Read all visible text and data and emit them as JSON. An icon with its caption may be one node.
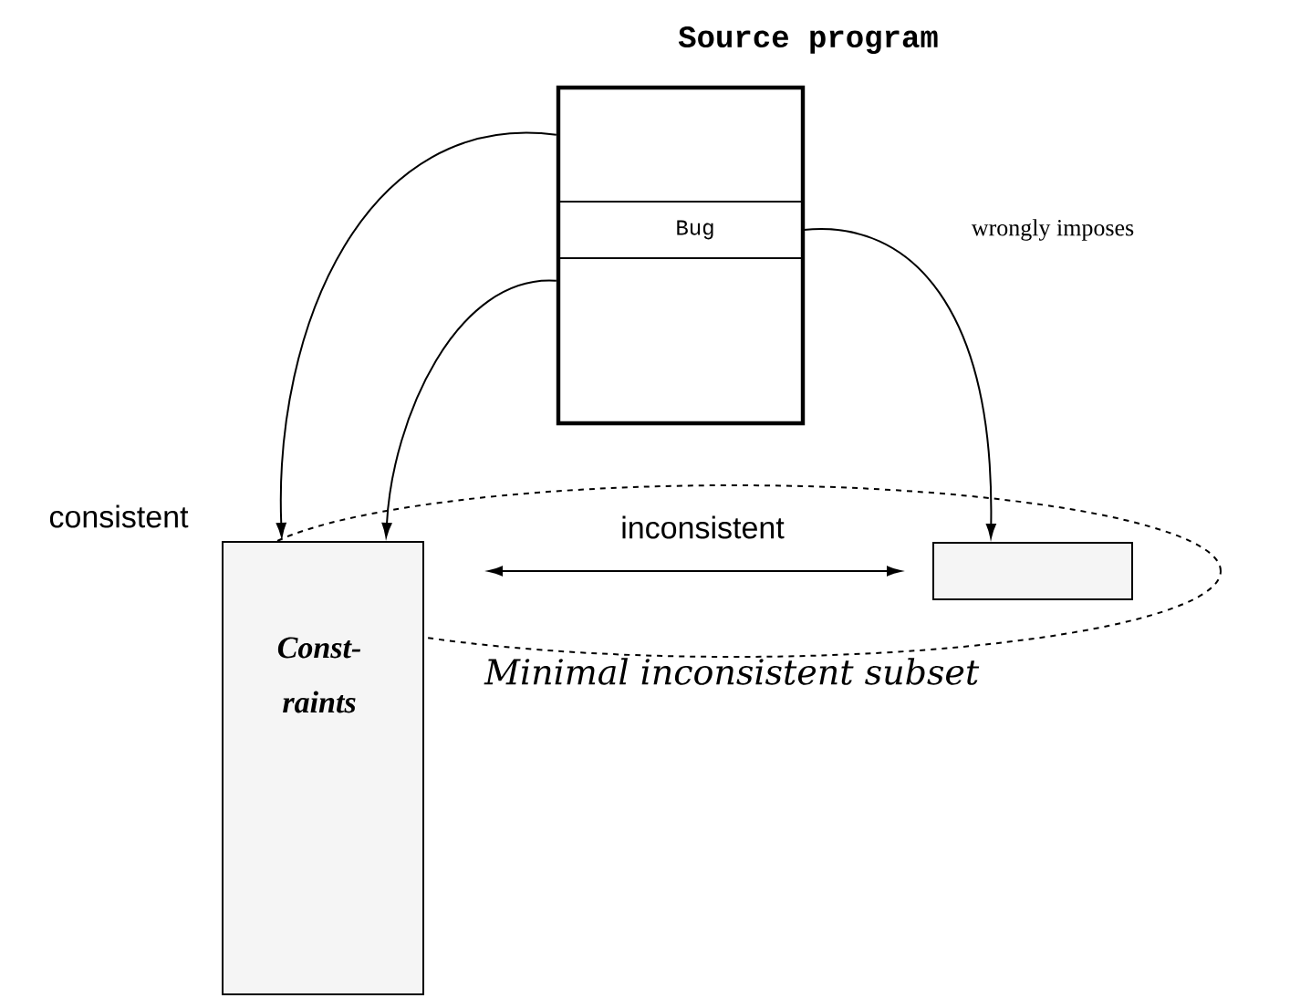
{
  "diagram": {
    "nodes": [
      {
        "text": [
          "Source program"
        ]
      },
      {
        "text": [
          "Bug"
        ],
        "in": 0
      },
      {
        "text": [
          "Const- raints"
        ]
      },
      {
        "text": [],
        "shape": "box",
        "in": 4
      },
      {
        "text": [
          "Minimal inconsistent subset"
        ]
      }
    ],
    "edges": [
      {
        "from": 0,
        "to": 2,
        "arrow": "to"
      },
      {
        "from": 0,
        "to": 2,
        "arrow": "to"
      },
      {
        "from": 1,
        "to": 3,
        "arrow": "to",
        "label": "wrongly imposes"
      },
      {
        "from": 2,
        "to": 3,
        "arrow": "both",
        "label": "inconsistent"
      }
    ],
    "labels": [
      "consistent"
    ]
  }
}
